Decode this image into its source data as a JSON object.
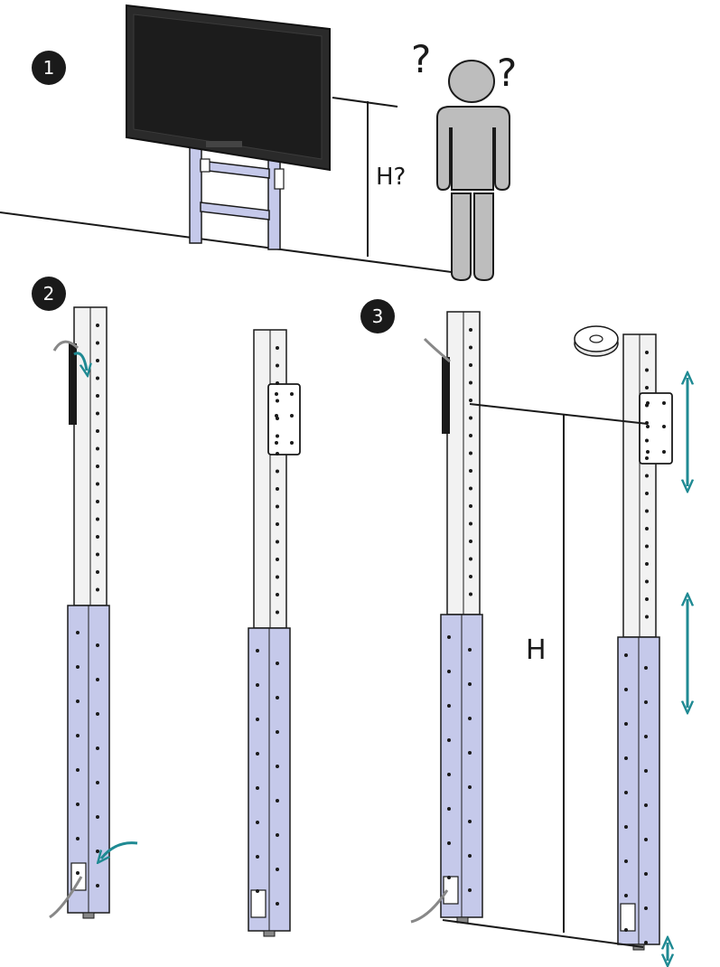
{
  "steps": {
    "step1": "1",
    "step2": "2",
    "step3": "3"
  },
  "labels": {
    "height_question": "H?",
    "height": "H",
    "question_left": "?",
    "question_right": "?"
  },
  "colors": {
    "pole_upper": "#f2f2f2",
    "pole_lower": "#c5c9ea",
    "arrow_teal": "#1f8a93",
    "outline": "#1a1a1a",
    "person": "#bdbdbd",
    "screen": "#1c1c1c"
  }
}
